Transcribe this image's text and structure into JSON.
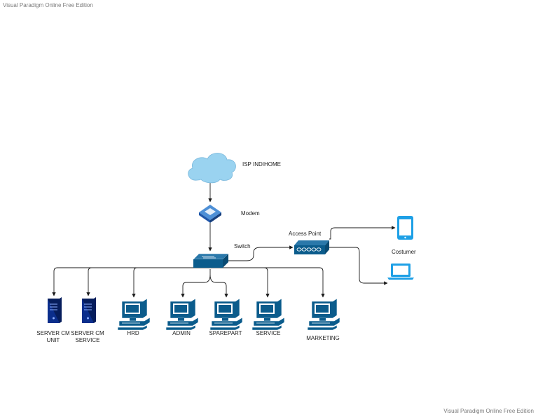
{
  "watermarks": {
    "top": "Visual Paradigm Online Free Edition",
    "bottom": "Visual Paradigm Online Free Edition"
  },
  "nodes": {
    "isp": {
      "label": "ISP INDIHOME",
      "icon": "cloud-icon"
    },
    "modem": {
      "label": "Modem",
      "icon": "modem-icon"
    },
    "switch": {
      "label": "Switch",
      "icon": "switch-icon"
    },
    "access_point": {
      "label": "Access Point",
      "icon": "access-point-icon"
    },
    "customer": {
      "label": "Costumer",
      "icons": [
        "tablet-icon",
        "laptop-icon"
      ]
    },
    "server_unit": {
      "line1": "SERVER CM",
      "line2": "UNIT",
      "icon": "server-icon"
    },
    "server_service": {
      "line1": "SERVER CM",
      "line2": "SERVICE",
      "icon": "server-icon"
    },
    "hrd": {
      "label": "HRD",
      "icon": "workstation-icon"
    },
    "admin": {
      "label": "ADMIN",
      "icon": "workstation-icon"
    },
    "sparepart": {
      "label": "SPAREPART",
      "icon": "workstation-icon"
    },
    "service": {
      "label": "SERVICE",
      "icon": "workstation-icon"
    },
    "marketing": {
      "label": "MARKETING",
      "icon": "workstation-icon"
    }
  },
  "colors": {
    "cloud": "#9ad3f0",
    "device": "#0b5c8c",
    "server": "#0b2e8c",
    "customer_device": "#1ea0e6"
  }
}
